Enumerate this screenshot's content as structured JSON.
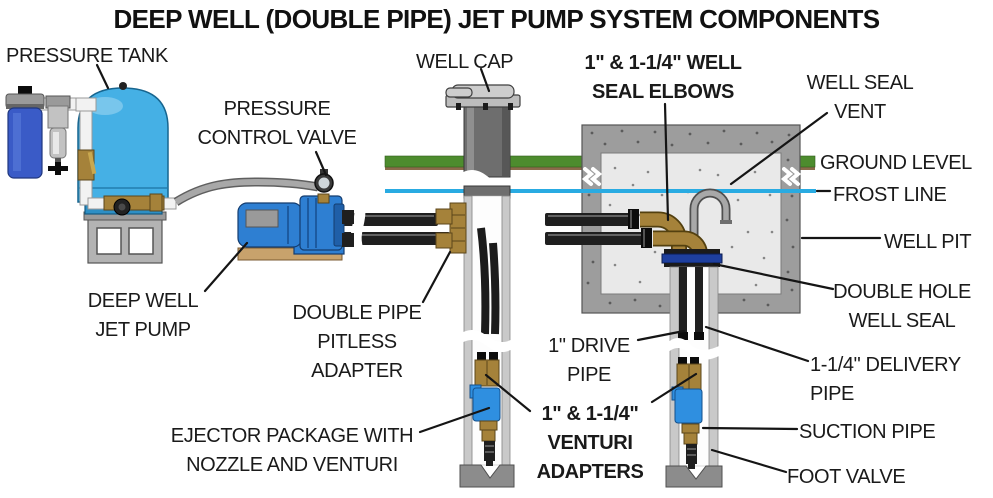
{
  "title": "DEEP WELL (DOUBLE PIPE) JET PUMP SYSTEM COMPONENTS",
  "labels": {
    "pressure_tank": "PRESSURE TANK",
    "well_cap": "WELL CAP",
    "well_seal_elbows": "1\" & 1-1/4\" WELL\nSEAL ELBOWS",
    "well_seal_vent": "WELL SEAL\nVENT",
    "ground_level": "GROUND LEVEL",
    "frost_line": "FROST LINE",
    "well_pit": "WELL PIT",
    "double_hole_well_seal": "DOUBLE HOLE\nWELL SEAL",
    "pressure_control_valve": "PRESSURE\nCONTROL VALVE",
    "deep_well_jet_pump": "DEEP WELL\nJET PUMP",
    "double_pipe_pitless_adapter": "DOUBLE PIPE\nPITLESS\nADAPTER",
    "ejector_package": "EJECTOR PACKAGE WITH\nNOZZLE AND VENTURI",
    "drive_pipe": "1\" DRIVE\nPIPE",
    "venturi_adapters": "1\" & 1-1/4\"\nVENTURI\nADAPTERS",
    "delivery_pipe": "1-1/4\" DELIVERY\nPIPE",
    "suction_pipe": "SUCTION PIPE",
    "foot_valve": "FOOT VALVE"
  },
  "colors": {
    "title_ink": "#111111",
    "label_ink": "#1a1a1a",
    "tank_blue": "#45b0e5",
    "pump_blue": "#2e7fd2",
    "ejector_blue": "#2f8fe0",
    "filter_blue": "#3a5bc7",
    "seal_blue": "#1e3f9e",
    "frost_line": "#29abe2",
    "brass": "#a5823a",
    "pipe_black": "#1f1f1f",
    "concrete_wall": "#9d9d9d",
    "concrete_fill": "#e9e9e9",
    "casing_dark": "#6e6e6e",
    "casing_section": "#c9c9c9",
    "grass_green": "#4d8c2e",
    "dirt_brown": "#8a6b4a",
    "wood_tan": "#c8a26c"
  }
}
